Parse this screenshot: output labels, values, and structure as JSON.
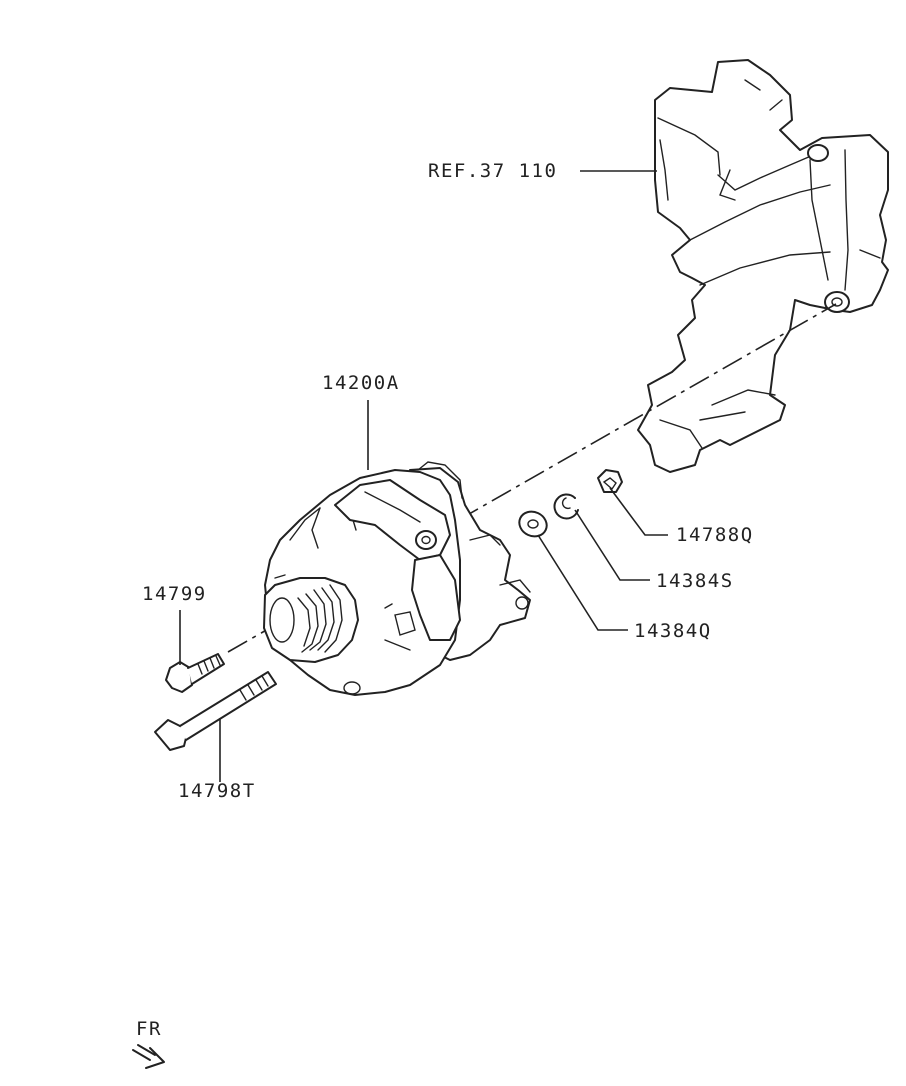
{
  "labels": {
    "ref": "REF.37 110",
    "alternator": "14200A",
    "nut": "14788Q",
    "lock_washer": "14384S",
    "washer": "14384Q",
    "bolt": "14799",
    "long_bolt": "14798T",
    "front": "FR"
  },
  "colors": {
    "line": "#222222",
    "background": "#ffffff"
  },
  "icons": {
    "front_indicator": "arrow-down-right-icon"
  }
}
